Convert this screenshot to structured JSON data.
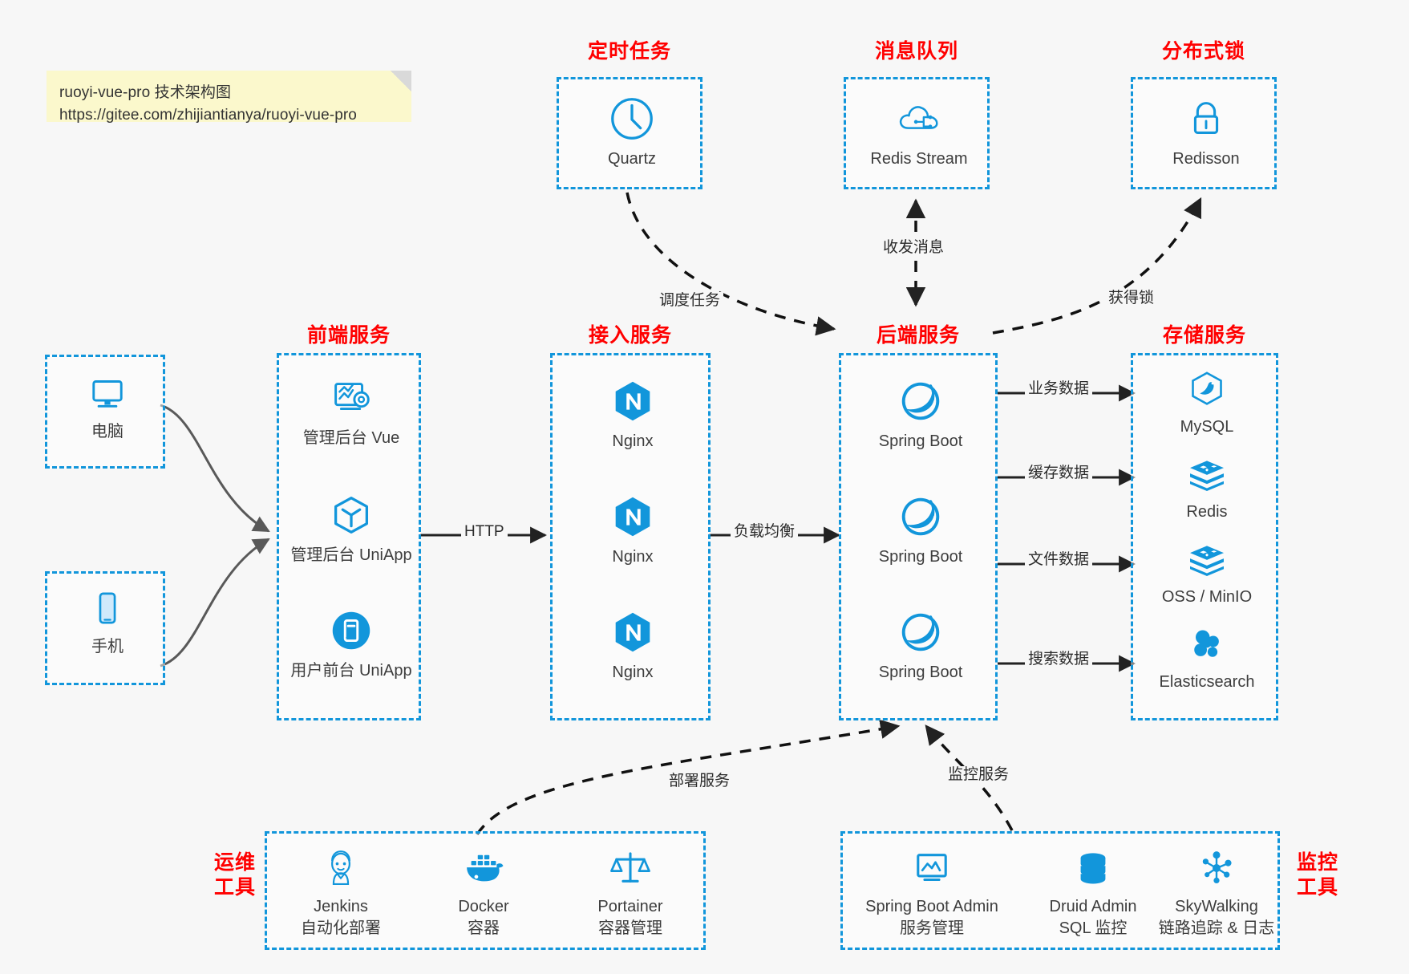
{
  "note": {
    "line1": "ruoyi-vue-pro 技术架构图",
    "line2": "https://gitee.com/zhijiantianya/ruoyi-vue-pro"
  },
  "colors": {
    "accent": "#1296db",
    "group_title": "#ff0000",
    "text": "#3d3d3d",
    "background": "#f7f7f7",
    "note_bg": "#fbf8cc",
    "arrow": "#222222"
  },
  "groups": {
    "scheduler": {
      "title": "定时任务",
      "nodes": [
        {
          "label": "Quartz",
          "icon": "clock-icon"
        }
      ]
    },
    "mq": {
      "title": "消息队列",
      "nodes": [
        {
          "label": "Redis Stream",
          "icon": "cloud-stream-icon"
        }
      ]
    },
    "lock": {
      "title": "分布式锁",
      "nodes": [
        {
          "label": "Redisson",
          "icon": "lock-icon"
        }
      ]
    },
    "clients": {
      "nodes": [
        {
          "label": "电脑",
          "icon": "desktop-icon"
        },
        {
          "label": "手机",
          "icon": "mobile-icon"
        }
      ]
    },
    "frontend": {
      "title": "前端服务",
      "nodes": [
        {
          "label": "管理后台 Vue",
          "icon": "dashboard-gear-icon"
        },
        {
          "label": "管理后台 UniApp",
          "icon": "cube-icon"
        },
        {
          "label": "用户前台 UniApp",
          "icon": "app-badge-icon"
        }
      ]
    },
    "gateway": {
      "title": "接入服务",
      "nodes": [
        {
          "label": "Nginx",
          "icon": "nginx-icon"
        },
        {
          "label": "Nginx",
          "icon": "nginx-icon"
        },
        {
          "label": "Nginx",
          "icon": "nginx-icon"
        }
      ]
    },
    "backend": {
      "title": "后端服务",
      "nodes": [
        {
          "label": "Spring Boot",
          "icon": "spring-icon"
        },
        {
          "label": "Spring Boot",
          "icon": "spring-icon"
        },
        {
          "label": "Spring Boot",
          "icon": "spring-icon"
        }
      ]
    },
    "storage": {
      "title": "存储服务",
      "nodes": [
        {
          "label": "MySQL",
          "icon": "mysql-icon"
        },
        {
          "label": "Redis",
          "icon": "redis-layers-icon"
        },
        {
          "label": "OSS / MinIO",
          "icon": "oss-layers-icon"
        },
        {
          "label": "Elasticsearch",
          "icon": "elasticsearch-icon"
        }
      ]
    },
    "devops": {
      "title": "运维\n工具",
      "title_line1": "运维",
      "title_line2": "工具",
      "nodes": [
        {
          "label": "Jenkins",
          "sub": "自动化部署",
          "icon": "jenkins-icon"
        },
        {
          "label": "Docker",
          "sub": "容器",
          "icon": "docker-icon"
        },
        {
          "label": "Portainer",
          "sub": "容器管理",
          "icon": "scales-icon"
        }
      ]
    },
    "monitor": {
      "title_line1": "监控",
      "title_line2": "工具",
      "nodes": [
        {
          "label": "Spring Boot Admin",
          "sub": "服务管理",
          "icon": "monitor-chart-icon"
        },
        {
          "label": "Druid Admin",
          "sub": "SQL 监控",
          "icon": "database-icon"
        },
        {
          "label": "SkyWalking",
          "sub": "链路追踪 & 日志",
          "icon": "skywalking-icon"
        }
      ]
    }
  },
  "edges": [
    {
      "id": "http",
      "label": "HTTP",
      "from": "frontend",
      "to": "gateway"
    },
    {
      "id": "lb",
      "label": "负载均衡",
      "from": "gateway",
      "to": "backend"
    },
    {
      "id": "biz",
      "label": "业务数据",
      "from": "backend",
      "to": "mysql"
    },
    {
      "id": "cache",
      "label": "缓存数据",
      "from": "backend",
      "to": "redis"
    },
    {
      "id": "file",
      "label": "文件数据",
      "from": "backend",
      "to": "oss"
    },
    {
      "id": "search",
      "label": "搜索数据",
      "from": "backend",
      "to": "elasticsearch"
    },
    {
      "id": "schedule",
      "label": "调度任务",
      "from": "scheduler",
      "to": "backend"
    },
    {
      "id": "mq",
      "label": "收发消息",
      "from": "backend",
      "to": "mq"
    },
    {
      "id": "lock",
      "label": "获得锁",
      "from": "backend",
      "to": "lock"
    },
    {
      "id": "deploy",
      "label": "部署服务",
      "from": "devops",
      "to": "backend"
    },
    {
      "id": "observe",
      "label": "监控服务",
      "from": "monitor",
      "to": "backend"
    }
  ]
}
